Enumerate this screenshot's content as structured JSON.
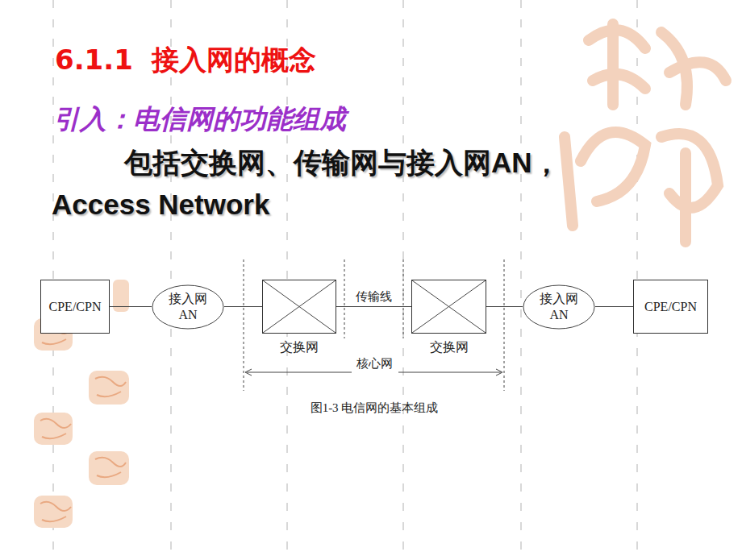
{
  "diagram": {
    "title": "6.1.1  接入网的概念",
    "caption": "图1-3 电信网的基本组成",
    "nodes": [
      {
        "text": [
          "CPE/CPN"
        ]
      },
      {
        "text": [
          "接入网 AN"
        ]
      },
      {
        "text": [
          "交换网"
        ]
      },
      {
        "text": [
          "交换网"
        ]
      },
      {
        "text": [
          "接入网 AN"
        ]
      },
      {
        "text": [
          "CPE/CPN"
        ]
      }
    ],
    "edges": [
      {
        "from": 0,
        "to": 1,
        "arrow": "none"
      },
      {
        "from": 1,
        "to": 2,
        "arrow": "none"
      },
      {
        "from": 2,
        "to": 3,
        "label": "传输线",
        "arrow": "none"
      },
      {
        "from": 3,
        "to": 4,
        "arrow": "none"
      },
      {
        "from": 4,
        "to": 5,
        "arrow": "none"
      }
    ],
    "labels": [
      "引入：电信网的功能组成",
      "包括交换网、传输网与接入网AN，Access Network",
      "核心网"
    ]
  }
}
